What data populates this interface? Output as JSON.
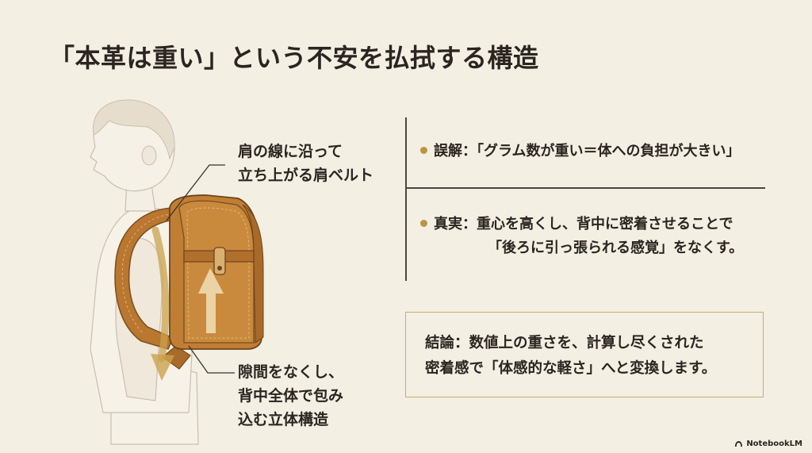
{
  "title": "「本革は重い」という不安を払拭する構造",
  "callouts": {
    "shoulder": [
      "肩の線に沿って",
      "立ち上がる肩ベルト"
    ],
    "back": [
      "隙間をなくし、",
      "背中全体で包み",
      "込む立体構造"
    ]
  },
  "points": {
    "misconception": "誤解：「グラム数が重い＝体への負担が大きい」",
    "truth_line1": "真実：重心を高くし、背中に密着させることで",
    "truth_line2": "「後ろに引っ張られる感覚」をなくす。"
  },
  "conclusion": {
    "line1": "結論：数値上の重さを、計算し尽くされた",
    "line2": "密着感で「体感的な軽さ」へと変換します。"
  },
  "brand": {
    "name": "NotebookLM",
    "icon": "notebooklm-logo-icon"
  },
  "colors": {
    "background": "#f3efe3",
    "bag": "#b9772f",
    "bullet": "#b99546",
    "border": "#c7ac72"
  }
}
